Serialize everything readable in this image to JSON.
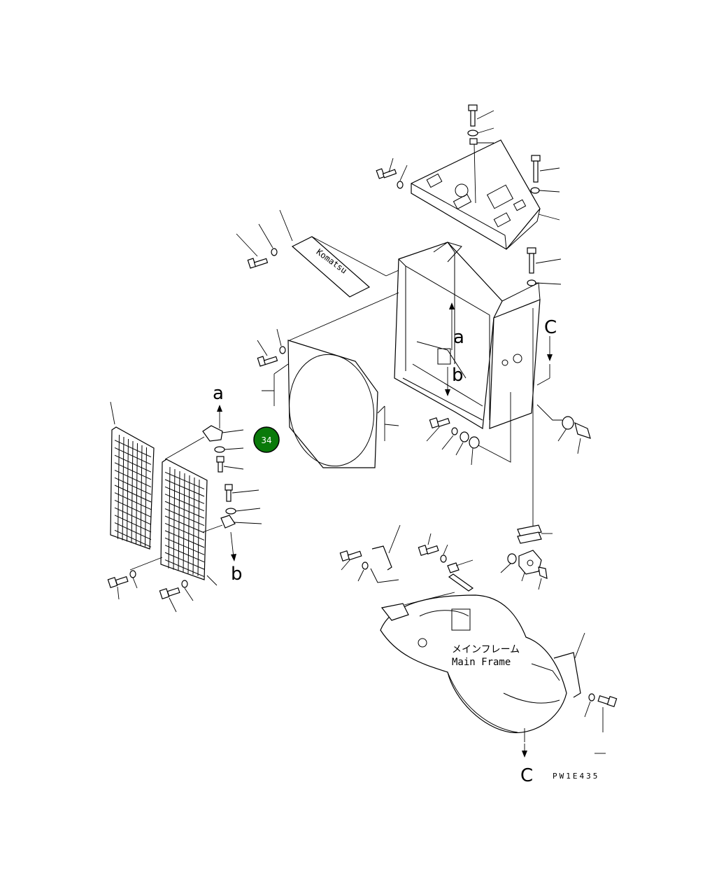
{
  "badge": {
    "label": "34",
    "color": "#0a7a0a"
  },
  "brand_plate": {
    "text": "Komatsu"
  },
  "arrows": {
    "a_top": "a",
    "b_top": "b",
    "c_top": "C",
    "a_bottom": "a",
    "b_bottom": "b",
    "c_bottom": "C"
  },
  "main_frame": {
    "label_jp": "メインフレーム",
    "label_en": "Main Frame"
  },
  "drawing_code": "PW1E435"
}
